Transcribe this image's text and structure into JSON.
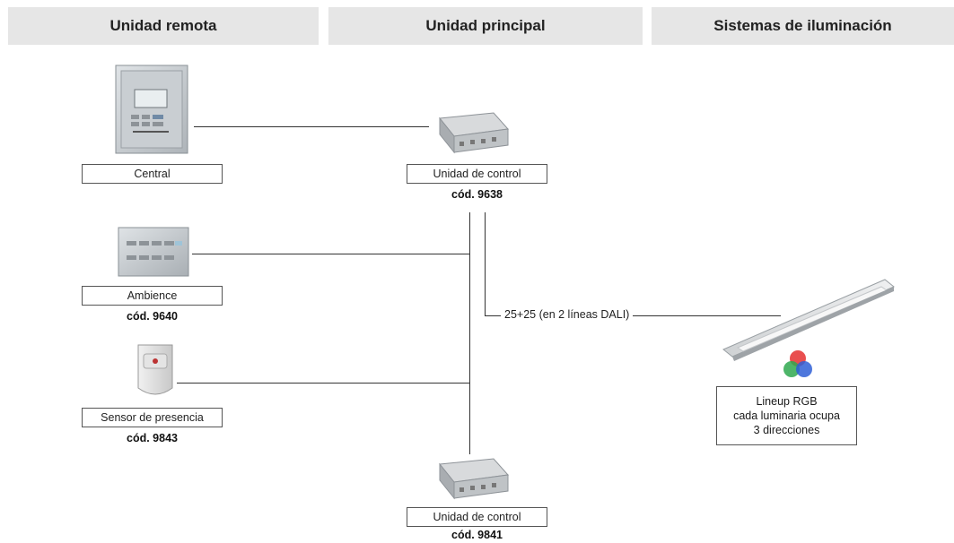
{
  "headers": {
    "remote": "Unidad remota",
    "main": "Unidad principal",
    "lighting": "Sistemas de iluminación"
  },
  "remote_units": {
    "central": {
      "label": "Central",
      "code": ""
    },
    "ambience": {
      "label": "Ambience",
      "code": "cód. 9640"
    },
    "sensor": {
      "label": "Sensor de presencia",
      "code": "cód. 9843"
    }
  },
  "main_units": {
    "top": {
      "label": "Unidad de control",
      "code": "cód. 9638"
    },
    "bottom": {
      "label": "Unidad de control",
      "code": "cód. 9841"
    }
  },
  "connection": {
    "dali_label": "25+25 (en 2 líneas DALI)"
  },
  "lighting": {
    "line1": "Lineup RGB",
    "line2": "cada luminaria ocupa",
    "line3": "3 direcciones"
  }
}
